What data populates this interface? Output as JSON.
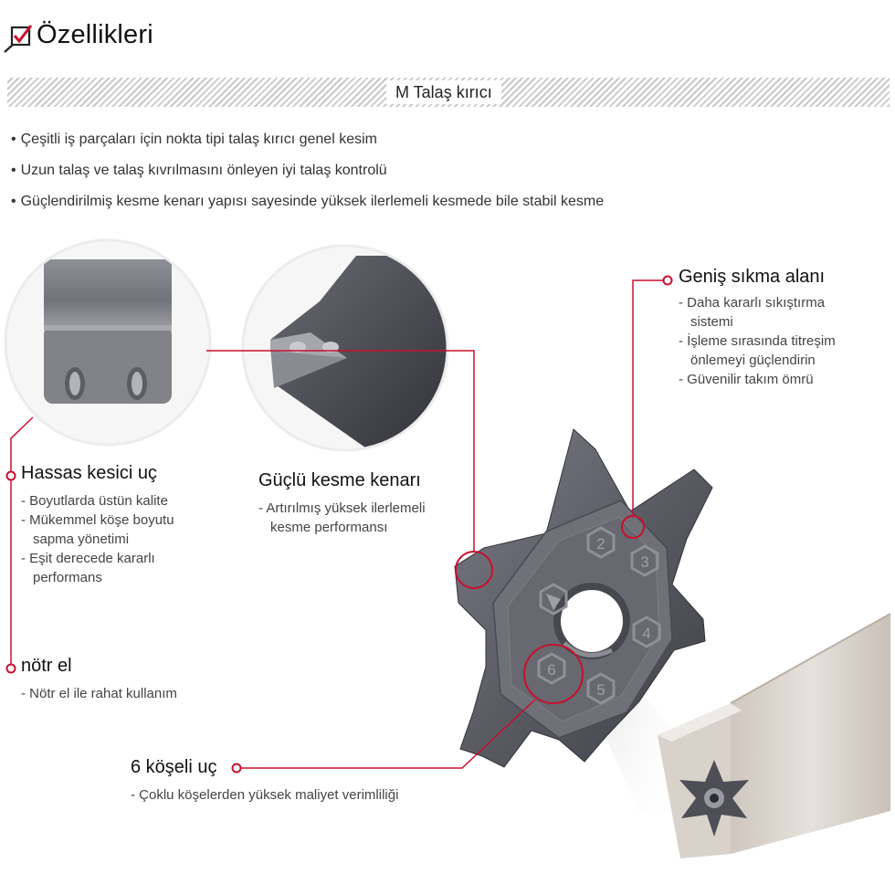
{
  "header": {
    "title": "Özellikleri",
    "icon": "checkbox-icon"
  },
  "section_bar": {
    "label": "M Talaş kırıcı"
  },
  "bullets": [
    "Çeşitli iş parçaları için nokta tipi talaş kırıcı genel kesim",
    "Uzun talaş ve talaş kıvrılmasını önleyen iyi talaş kontrolü",
    "Güçlendirilmiş kesme kenarı yapısı sayesinde yüksek ilerlemeli kesmede bile stabil kesme"
  ],
  "features": {
    "clamp": {
      "title": "Geniş sıkma alanı",
      "lines": [
        "- Daha kararlı sıkıştırma",
        "sistemi",
        "- İşleme sırasında titreşim",
        "önlemeyi güçlendirin",
        "- Güvenilir takım ömrü"
      ]
    },
    "precise": {
      "title": "Hassas kesici uç",
      "lines": [
        "- Boyutlarda üstün kalite",
        "- Mükemmel köşe boyutu",
        "sapma yönetimi",
        "- Eşit derecede kararlı",
        "performans"
      ]
    },
    "strong": {
      "title": "Güçlü kesme kenarı",
      "lines": [
        "- Artırılmış yüksek ilerlemeli",
        "kesme performansı"
      ]
    },
    "neutral": {
      "title": "nötr el",
      "lines": [
        "- Nötr el ile rahat kullanım"
      ]
    },
    "corner": {
      "title": "6 köşeli uç",
      "lines": [
        "- Çoklu köşelerden yüksek maliyet verimliliği"
      ]
    }
  },
  "insert_marks": [
    "2",
    "3",
    "4",
    "5",
    "6"
  ],
  "colors": {
    "accent": "#c8102e",
    "insert": "#5e5f66",
    "holder": "#d4ccc4"
  }
}
